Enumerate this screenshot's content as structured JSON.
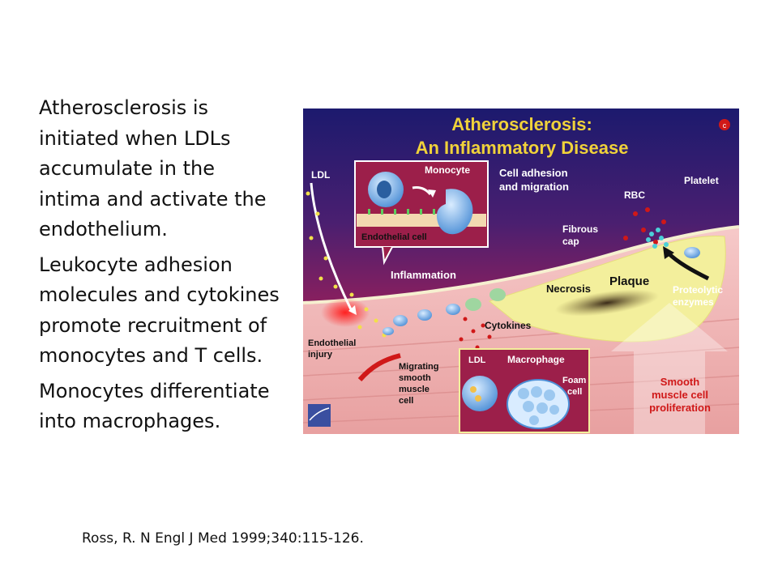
{
  "slide": {
    "bullets": [
      "Atherosclerosis is initiated when LDLs accumulate in the intima and activate the endothelium.",
      "Leukocyte adhesion molecules and cytokines promote recruitment of monocytes and T cells.",
      "Monocytes differentiate into macrophages."
    ],
    "citation": "Ross, R. N Engl J Med 1999;340:115-126."
  },
  "figure": {
    "title_line1": "Atherosclerosis:",
    "title_line2": "An Inflammatory Disease",
    "copyright_mark": "c",
    "labels": {
      "ldl": "LDL",
      "monocyte": "Monocyte",
      "endothelial_cell": "Endothelial cell",
      "cell_adhesion_1": "Cell adhesion",
      "cell_adhesion_2": "and migration",
      "rbc": "RBC",
      "platelet": "Platelet",
      "fibrous_1": "Fibrous",
      "fibrous_2": "cap",
      "inflammation": "Inflammation",
      "necrosis": "Necrosis",
      "plaque": "Plaque",
      "proteolytic_1": "Proteolytic",
      "proteolytic_2": "enzymes",
      "cytokines": "Cytokines",
      "endothelial_injury_1": "Endothelial",
      "endothelial_injury_2": "injury",
      "migrating_1": "Migrating",
      "migrating_2": "smooth",
      "migrating_3": "muscle",
      "migrating_4": "cell",
      "inset_ldl": "LDL",
      "macrophage": "Macrophage",
      "foam_1": "Foam",
      "foam_2": "cell",
      "smc_1": "Smooth",
      "smc_2": "muscle cell",
      "smc_3": "proliferation"
    },
    "colors": {
      "background_top": "#1c1a6e",
      "background_mid": "#8a1f5e",
      "title": "#f0d23a",
      "plaque": "#f3ef9c",
      "muscle": "#f2b7b7"
    }
  }
}
